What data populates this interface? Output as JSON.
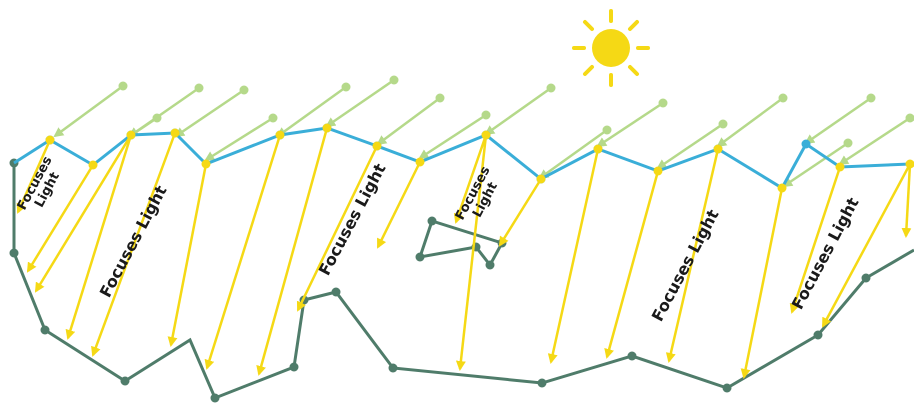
{
  "colors": {
    "sun": "#f5d915",
    "incoming_ray": "#b5d98a",
    "focused_ray": "#f5d915",
    "surface_line": "#3aaed8",
    "surface_node": "#3aaed8",
    "bottom_line": "#4f7c6a",
    "bottom_node": "#4f7c6a",
    "label": "#1a1a1a"
  },
  "icons": {
    "sun": "sun-icon"
  },
  "labels": {
    "label_1": "Focuses Light",
    "label_2": "Focuses Light",
    "label_3": "Focuses Light",
    "label_4": "Focuses Light",
    "label_5": "Focuses Light",
    "label_6": "Focuses Light"
  }
}
